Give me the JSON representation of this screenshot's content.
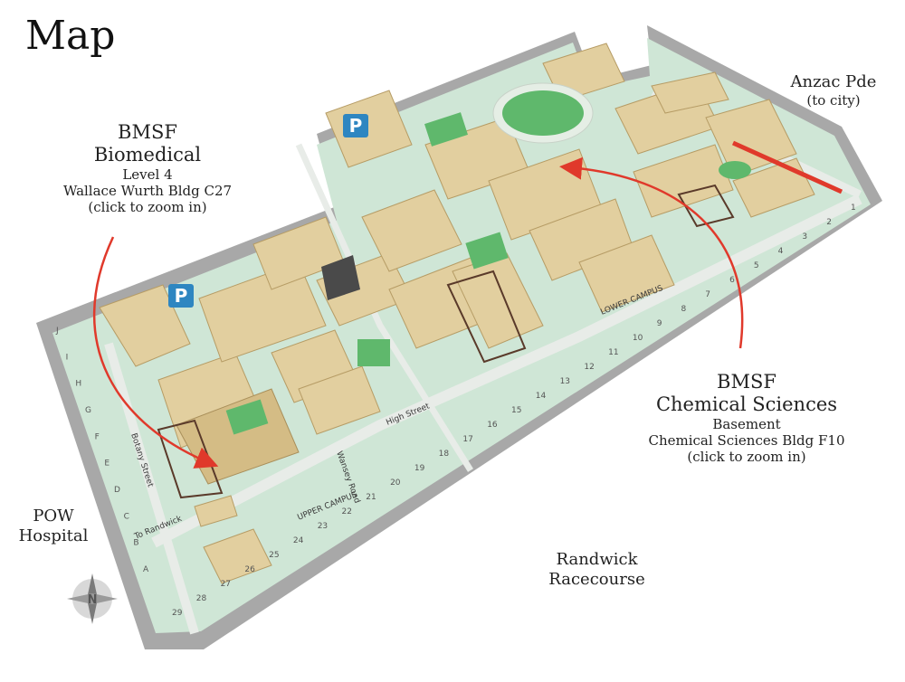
{
  "title": "Map",
  "labels": {
    "anzac": [
      "Anzac Pde",
      "(to city)"
    ],
    "pow": [
      "POW",
      "Hospital"
    ],
    "randwick": [
      "Randwick",
      "Racecourse"
    ]
  },
  "facilities": {
    "biomedical": {
      "name": [
        "BMSF",
        "Biomedical"
      ],
      "details": [
        "Level 4",
        "Wallace Wurth Bldg C27",
        "(click to zoom in)"
      ]
    },
    "chemical": {
      "name": [
        "BMSF",
        "Chemical Sciences"
      ],
      "details": [
        "Basement",
        "Chemical Sciences Bldg F10",
        "(click to zoom in)"
      ]
    }
  },
  "map": {
    "parking_label": "P",
    "streets": {
      "upper_campus": "UPPER CAMPUS",
      "lower_campus": "LOWER CAMPUS",
      "high_street": "High Street",
      "wansey_road": "Wansey Road",
      "botany_street": "Botany Street",
      "to_randwick": "To Randwick"
    },
    "grid_numbers": [
      "29",
      "28",
      "27",
      "26",
      "25",
      "24",
      "23",
      "22",
      "21",
      "20",
      "19",
      "18",
      "17",
      "16",
      "15",
      "14",
      "13",
      "12",
      "11",
      "10",
      "9",
      "8",
      "7",
      "6",
      "5",
      "4",
      "3",
      "2",
      "1"
    ],
    "grid_letters": [
      "A",
      "B",
      "C",
      "D",
      "E",
      "F",
      "G",
      "H",
      "I",
      "J"
    ]
  },
  "colors": {
    "arrow": "#e0392b",
    "grass": "#cfe6d6",
    "green_field": "#5fb86c",
    "parking": "#2e86c1",
    "building": "#e2cf9f",
    "border": "#8a8a8a"
  }
}
